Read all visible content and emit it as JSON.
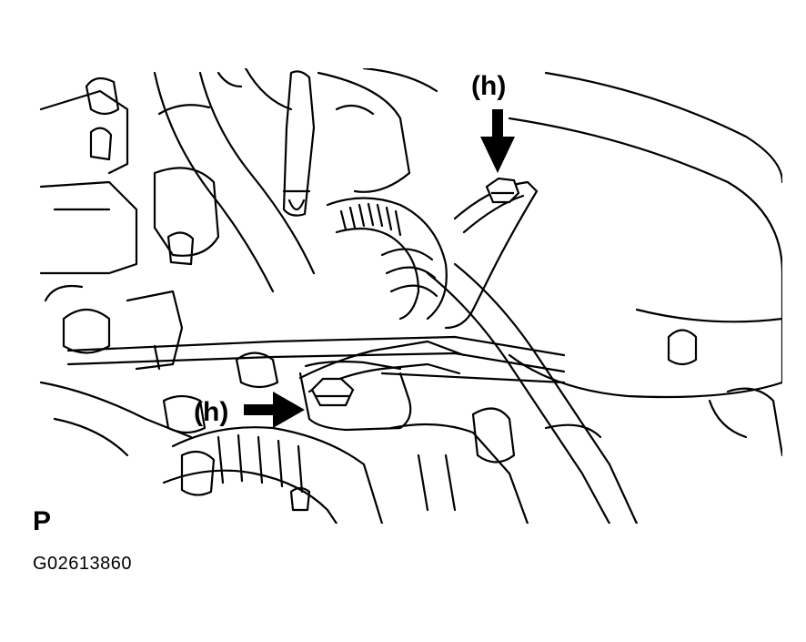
{
  "figure": {
    "callouts": [
      {
        "id": "top-bolt",
        "label": "(h)"
      },
      {
        "id": "center-bolt",
        "label": "(h)"
      }
    ],
    "view_letter": "P",
    "figure_code": "G02613860"
  },
  "colors": {
    "line": "#000000",
    "background": "#ffffff"
  }
}
